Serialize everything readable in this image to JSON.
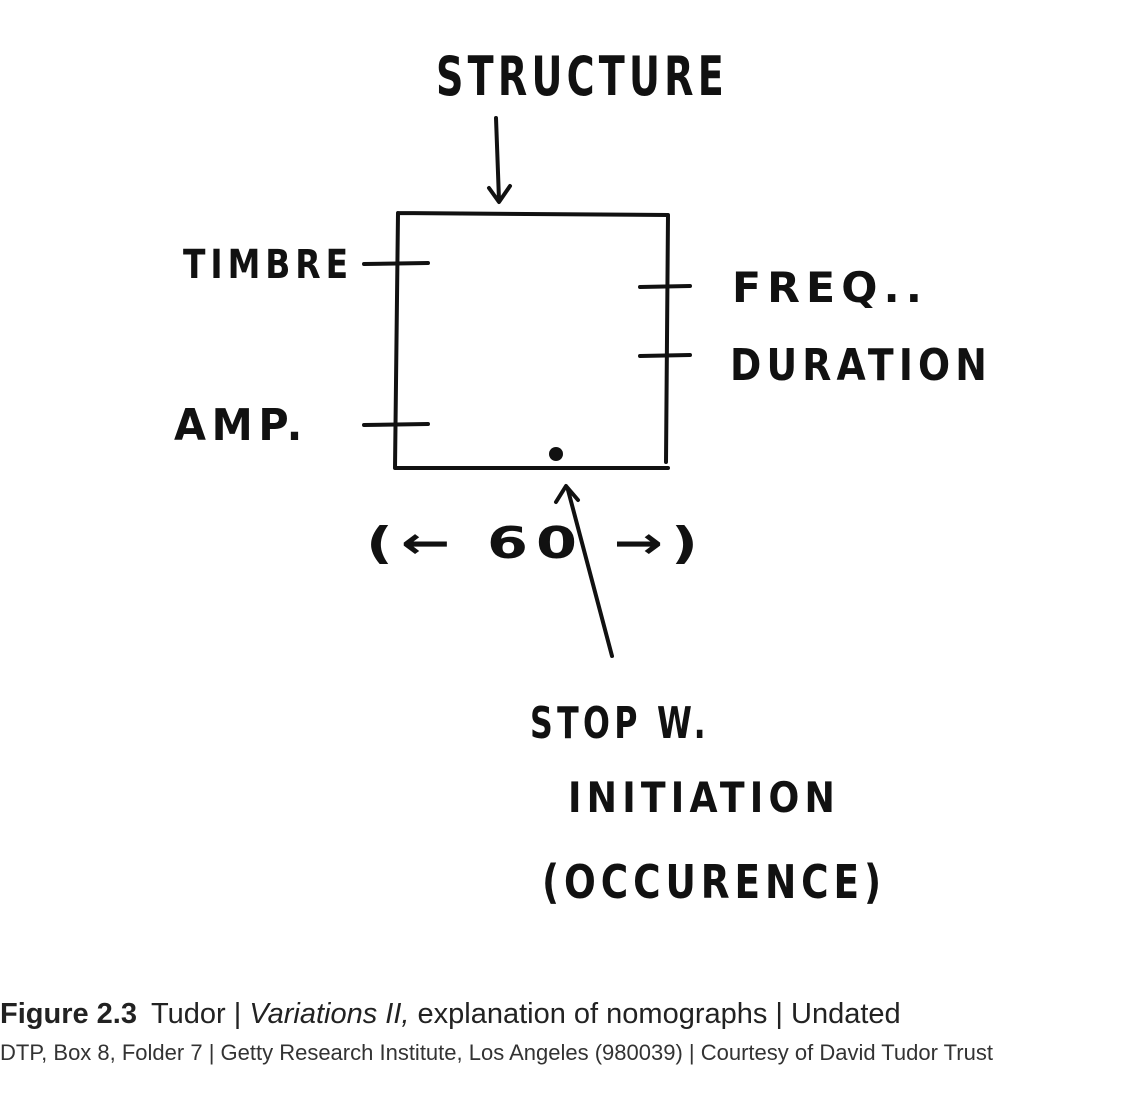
{
  "sketch": {
    "structure": "STRUCTURE",
    "timbre": "TIMBRE",
    "amp": "AMP.",
    "freq": "FREQ..",
    "duration": "DURATION",
    "sixty": "(← 60 →)",
    "stopw": "STOP W.",
    "initiation": "INITIATION",
    "occurence": "(OCCURENCE)"
  },
  "caption": {
    "figure_label": "Figure 2.3",
    "author": "Tudor",
    "separator": " | ",
    "work_title": "Variations II,",
    "description": " explanation of nomographs",
    "date": "Undated",
    "credit_line": "DTP, Box 8, Folder 7 | Getty Research Institute, Los Angeles (980039) | Courtesy of David Tudor Trust"
  }
}
